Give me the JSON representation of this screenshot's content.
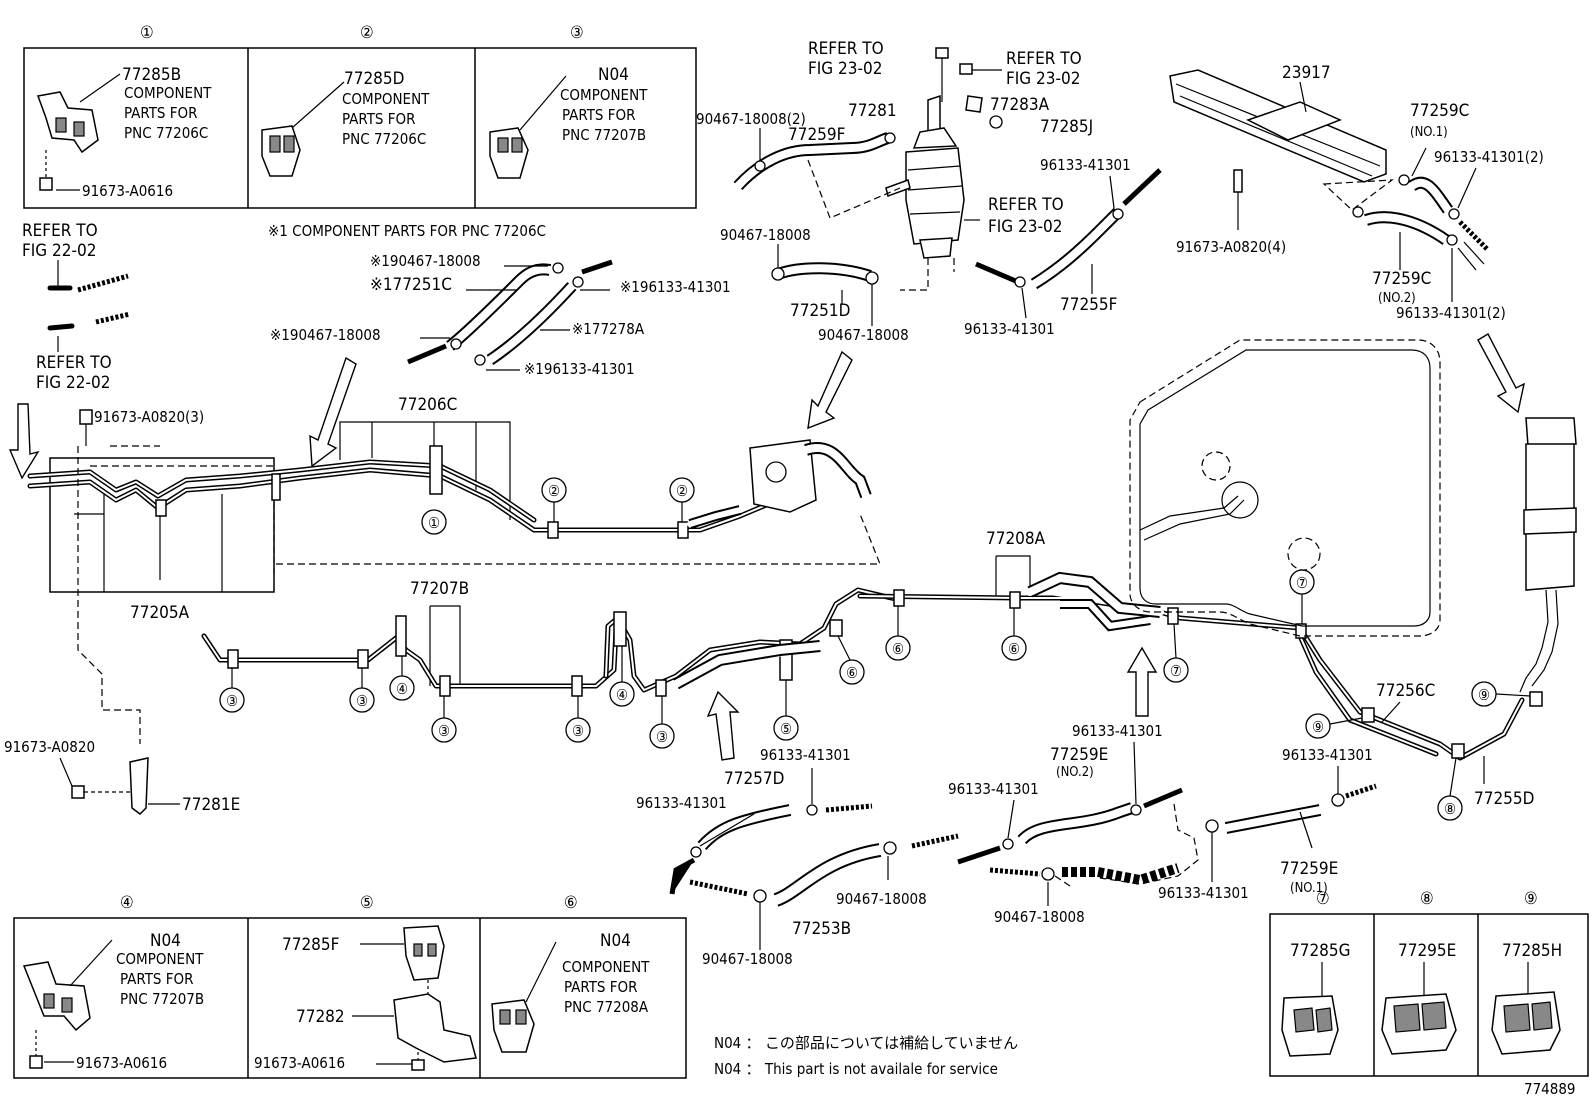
{
  "labels": {
    "p77285B": "77285B",
    "comp_parts": "COMPONENT",
    "parts_for": "PARTS FOR",
    "pnc_77206C": "PNC 77206C",
    "p91673_A0616": "91673-A0616",
    "p77285D": "77285D",
    "pN04": "N04",
    "pnc_77207B": "PNC 77207B",
    "note1": "※1 COMPONENT PARTS FOR PNC 77206C",
    "refer_to": "REFER TO",
    "fig_22_02": "FIG 22-02",
    "fig_23_02": "FIG 23-02",
    "p90467_18008_2": "90467-18008(2)",
    "p77281": "77281",
    "p77259F": "77259F",
    "p77283A": "77283A",
    "p77285J": "77285J",
    "p90467_18008": "90467-18008",
    "p77251D": "77251D",
    "p96133_41301": "96133-41301",
    "p77255F": "77255F",
    "p23917": "23917",
    "p77259C": "77259C",
    "no1": "(NO.1)",
    "no2": "(NO.2)",
    "p96133_41301_2": "96133-41301(2)",
    "p91673_A0820_4": "91673-A0820(4)",
    "x90467_18008": "※190467-18008",
    "x77251C": "※177251C",
    "x96133_41301": "※196133-41301",
    "x77278A": "※177278A",
    "p91673_A0820_3": "91673-A0820(3)",
    "p77206C": "77206C",
    "p77205A": "77205A",
    "p77207B": "77207B",
    "p77208A": "77208A",
    "p91673_A0820": "91673-A0820",
    "p77281E": "77281E",
    "p77257D": "77257D",
    "p77253B": "77253B",
    "p77259E": "77259E",
    "p77256C": "77256C",
    "p77255D": "77255D",
    "p77285F": "77285F",
    "p77282": "77282",
    "pnc_77208A": "PNC 77208A",
    "p77285G": "77285G",
    "p77295E": "77295E",
    "p77285H": "77285H",
    "n04_jp": "N04 ： この部品については補給していません",
    "n04_en": "N04 ：  This part is not availale for service",
    "fig_no": "774889"
  },
  "callouts": [
    "①",
    "②",
    "③",
    "④",
    "⑤",
    "⑥",
    "⑦",
    "⑧",
    "⑨"
  ]
}
